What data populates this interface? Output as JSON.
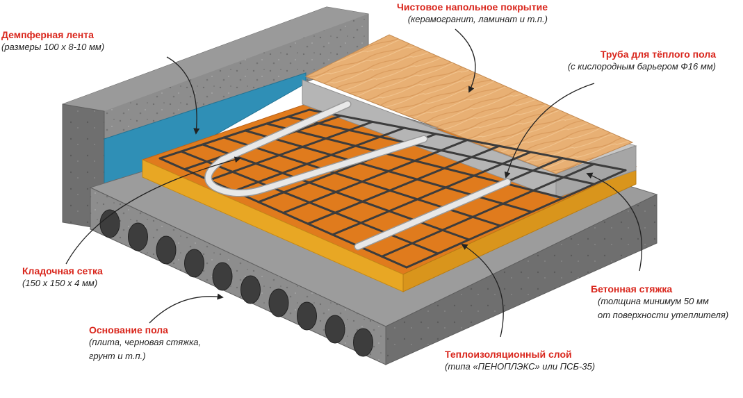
{
  "colors": {
    "label_title": "#d9261c",
    "label_text": "#222222",
    "concrete": "#8a8a8a",
    "damper_tape": "#2f8fb6",
    "insulation": "#e07b1d",
    "insulation_edge": "#e8a724",
    "screed": "#b9b9b9",
    "flooring": "#e8b074",
    "pipe": "#e4e4e4",
    "mesh": "#3c3c3c"
  },
  "labels": {
    "damper": {
      "title": "Демпферная лента",
      "sub": "(размеры 100 х 8-10 мм)"
    },
    "finish": {
      "title": "Чистовое напольное покрытие",
      "sub": "(керамогранит, ламинат и т.п.)"
    },
    "pipe": {
      "title": "Труба для тёплого пола",
      "sub": "(с кислородным барьером Ф16 мм)"
    },
    "mesh": {
      "title": "Кладочная сетка",
      "sub": "(150 х 150 х 4 мм)"
    },
    "screed": {
      "title": "Бетонная стяжка",
      "sub1": "(толщина минимум 50 мм",
      "sub2": "от поверхности утеплителя)"
    },
    "base": {
      "title": "Основание пола",
      "sub1": "(плита, черновая стяжка,",
      "sub2": "грунт и т.п.)"
    },
    "insulation": {
      "title": "Теплоизоляционный слой",
      "sub": "(типа «ПЕНОПЛЭКС» или ПСБ-35)"
    }
  }
}
